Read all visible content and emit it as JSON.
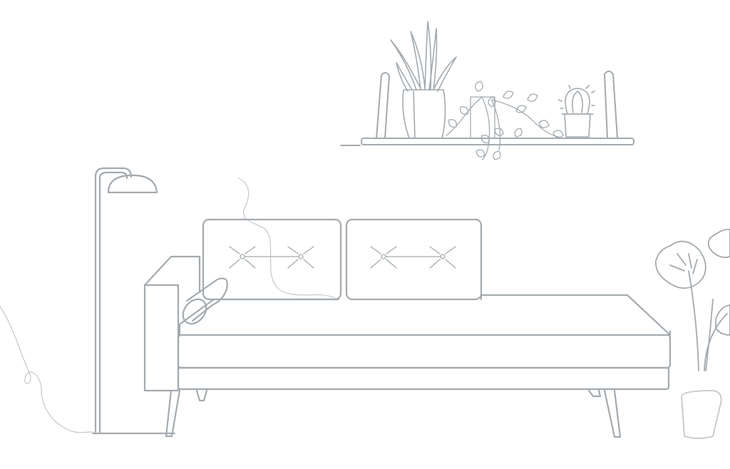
{
  "illustration": {
    "style": "minimal line drawing",
    "colors": {
      "background": "#ffffff",
      "line": "#a3aaaf",
      "line_light": "#c3c8cc"
    },
    "objects": [
      "floor-lamp",
      "daybed-sofa",
      "back-cushion-left",
      "back-cushion-right",
      "bolster-pillow",
      "wall-shelf",
      "snake-plant",
      "trailing-vine-plant",
      "cactus",
      "monstera-plant"
    ]
  }
}
